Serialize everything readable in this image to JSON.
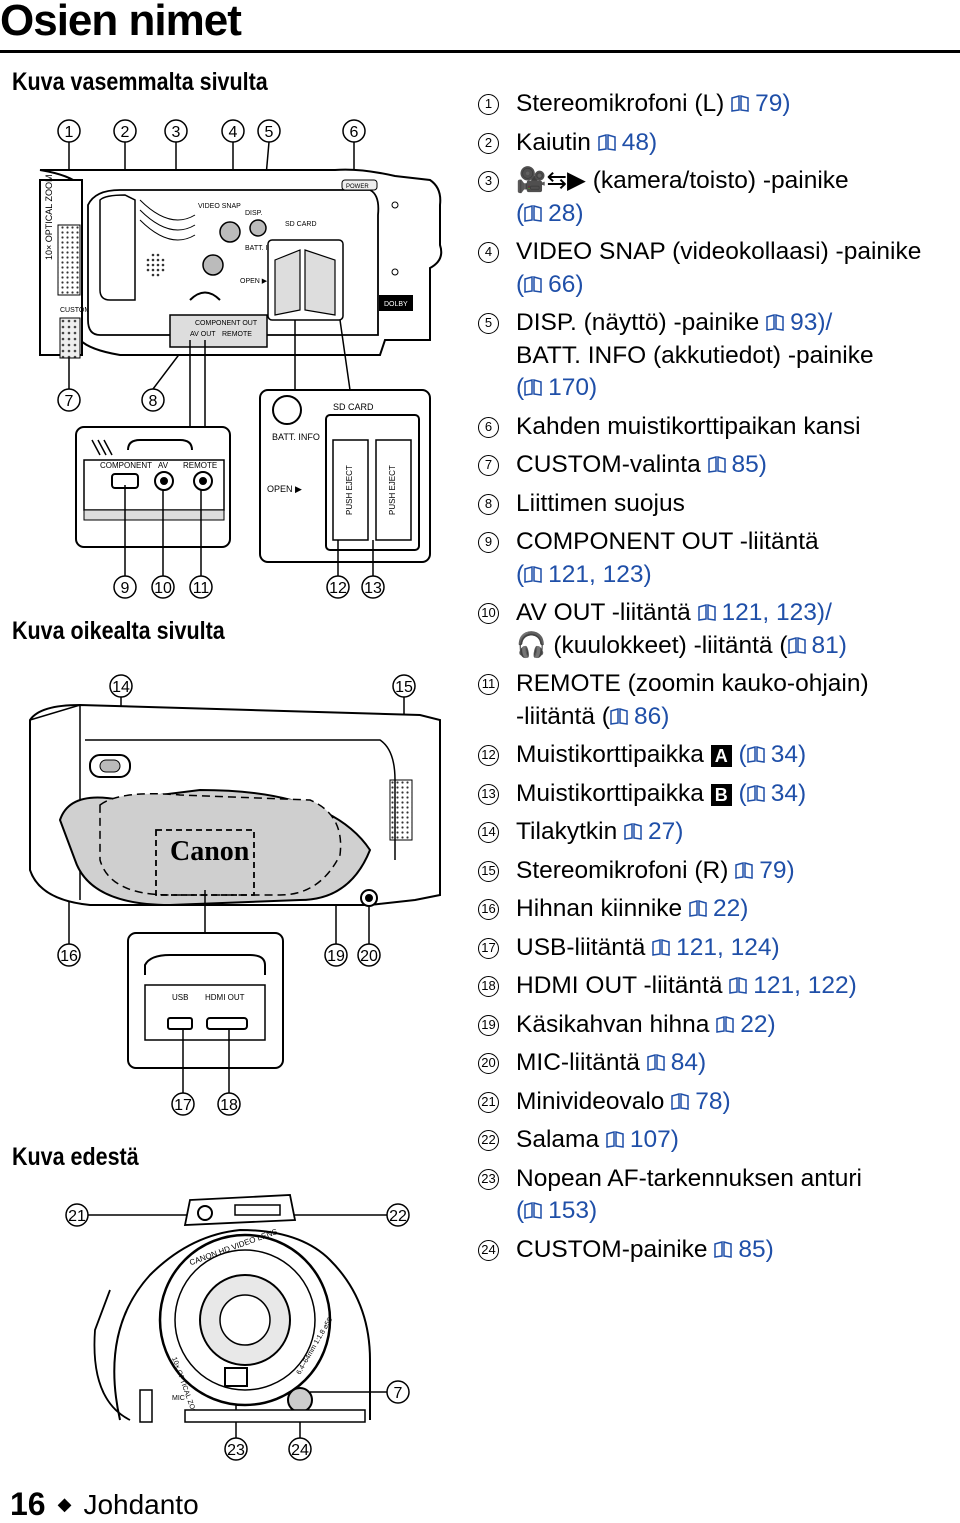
{
  "page": {
    "title": "Osien nimet",
    "page_number": "16",
    "section": "Johdanto"
  },
  "sections": {
    "left_side": "Kuva vasemmalta sivulta",
    "right_side": "Kuva oikealta sivulta",
    "front": "Kuva edestä"
  },
  "camera_labels": {
    "optical_zoom": "10× OPTICAL ZOOM",
    "custom": "CUSTOM",
    "video_snap": "VIDEO SNAP",
    "disp": "DISP.",
    "batt_info": "BATT. INFO",
    "sd_card": "SD CARD",
    "open": "OPEN ▶",
    "power": "POWER",
    "component_out": "COMPONENT OUT",
    "av_out": "AV OUT",
    "remote": "REMOTE",
    "component": "COMPONENT",
    "av": "AV",
    "push_eject": "PUSH EJECT",
    "canon": "Canon",
    "usb": "USB",
    "hdmi_out": "HDMI OUT",
    "lens": "CANON HD VIDEO LENS",
    "lens_spec": "6.4–64mm 1:1.8 ⌀58",
    "mic": "MIC",
    "dolby": "DOLBY"
  },
  "callouts": {
    "n1": "1",
    "n2": "2",
    "n3": "3",
    "n4": "4",
    "n5": "5",
    "n6": "6",
    "n7": "7",
    "n8": "8",
    "n9": "9",
    "n10": "10",
    "n11": "11",
    "n12": "12",
    "n13": "13",
    "n14": "14",
    "n15": "15",
    "n16": "16",
    "n17": "17",
    "n18": "18",
    "n19": "19",
    "n20": "20",
    "n21": "21",
    "n22": "22",
    "n23": "23",
    "n24": "24"
  },
  "legend": [
    {
      "num": "1",
      "text": "Stereomikrofoni (L) (",
      "ref": "79)"
    },
    {
      "num": "2",
      "text": "Kaiutin (",
      "ref": "48)"
    },
    {
      "num": "3",
      "text": "(kamera/toisto) -painike",
      "ref2": "28)"
    },
    {
      "num": "4",
      "text": "VIDEO SNAP (videokollaasi) -painike",
      "ref2": "66)"
    },
    {
      "num": "5",
      "text": "DISP. (näyttö) -painike (",
      "ref": "93)/",
      "line2": "BATT. INFO (akkutiedot) -painike",
      "ref3": "170)"
    },
    {
      "num": "6",
      "text": "Kahden muistikorttipaikan kansi"
    },
    {
      "num": "7",
      "text": "CUSTOM-valinta (",
      "ref": "85)"
    },
    {
      "num": "8",
      "text": "Liittimen suojus"
    },
    {
      "num": "9",
      "text": "COMPONENT OUT -liitäntä",
      "ref2": "121, 123)"
    },
    {
      "num": "10",
      "text": "AV OUT -liitäntä (",
      "ref": "121, 123)/",
      "line2": "(kuulokkeet) -liitäntä (",
      "ref3b": "81)"
    },
    {
      "num": "11",
      "text": "REMOTE (zoomin kauko-ohjain)",
      "line2": "-liitäntä (",
      "ref3b": "86)"
    },
    {
      "num": "12",
      "text": "Muistikorttipaikka",
      "badge": "A",
      "ref": "34)"
    },
    {
      "num": "13",
      "text": "Muistikorttipaikka",
      "badge": "B",
      "ref": "34)"
    },
    {
      "num": "14",
      "text": "Tilakytkin (",
      "ref": "27)"
    },
    {
      "num": "15",
      "text": "Stereomikrofoni (R) (",
      "ref": "79)"
    },
    {
      "num": "16",
      "text": "Hihnan kiinnike (",
      "ref": "22)"
    },
    {
      "num": "17",
      "text": "USB-liitäntä (",
      "ref": "121, 124)"
    },
    {
      "num": "18",
      "text": "HDMI OUT -liitäntä (",
      "ref": "121, 122)"
    },
    {
      "num": "19",
      "text": "Käsikahvan hihna (",
      "ref": "22)"
    },
    {
      "num": "20",
      "text": "MIC-liitäntä (",
      "ref": "84)"
    },
    {
      "num": "21",
      "text": "Minivideovalo (",
      "ref": "78)"
    },
    {
      "num": "22",
      "text": "Salama (",
      "ref": "107)"
    },
    {
      "num": "23",
      "text": "Nopean AF-tarkennuksen anturi",
      "ref2": "153)"
    },
    {
      "num": "24",
      "text": "CUSTOM-painike (",
      "ref": "85)"
    }
  ],
  "colors": {
    "ref": "#1f4fa8",
    "line": "#000000",
    "fill": "#d9d9d9"
  }
}
